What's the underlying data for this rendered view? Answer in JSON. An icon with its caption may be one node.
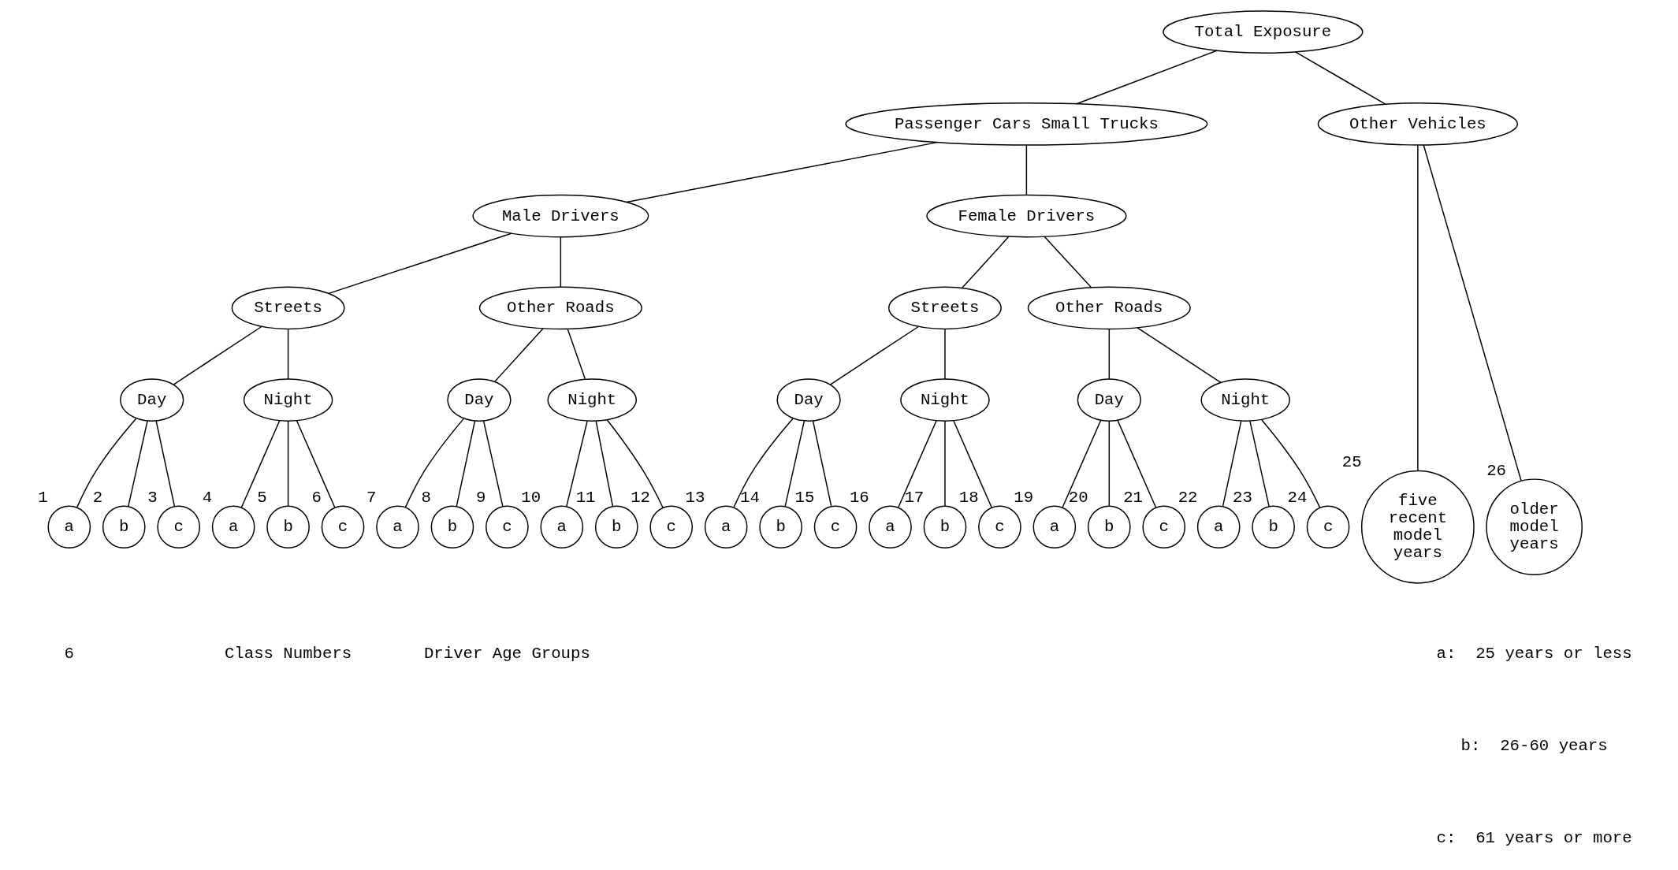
{
  "diagram": {
    "nodes": [
      {
        "text": [
          "Total Exposure"
        ]
      },
      {
        "text": [
          "Passenger Cars Small Trucks"
        ]
      },
      {
        "text": [
          "Other Vehicles"
        ]
      },
      {
        "text": [
          "Male Drivers"
        ]
      },
      {
        "text": [
          "Female Drivers"
        ]
      },
      {
        "text": [
          "Streets"
        ]
      },
      {
        "text": [
          "Other Roads"
        ]
      },
      {
        "text": [
          "Streets"
        ]
      },
      {
        "text": [
          "Other Roads"
        ]
      },
      {
        "text": [
          "Day"
        ]
      },
      {
        "text": [
          "Night"
        ]
      },
      {
        "text": [
          "Day"
        ]
      },
      {
        "text": [
          "Night"
        ]
      },
      {
        "text": [
          "Day"
        ]
      },
      {
        "text": [
          "Night"
        ]
      },
      {
        "text": [
          "Day"
        ]
      },
      {
        "text": [
          "Night"
        ]
      },
      {
        "text": [
          "a"
        ],
        "beside": [
          "1"
        ]
      },
      {
        "text": [
          "b"
        ],
        "beside": [
          "2"
        ]
      },
      {
        "text": [
          "c"
        ],
        "beside": [
          "3"
        ]
      },
      {
        "text": [
          "a"
        ],
        "beside": [
          "4"
        ]
      },
      {
        "text": [
          "b"
        ],
        "beside": [
          "5"
        ]
      },
      {
        "text": [
          "c"
        ],
        "beside": [
          "6"
        ]
      },
      {
        "text": [
          "a"
        ],
        "beside": [
          "7"
        ]
      },
      {
        "text": [
          "b"
        ],
        "beside": [
          "8"
        ]
      },
      {
        "text": [
          "c"
        ],
        "beside": [
          "9"
        ]
      },
      {
        "text": [
          "a"
        ],
        "beside": [
          "10"
        ]
      },
      {
        "text": [
          "b"
        ],
        "beside": [
          "11"
        ]
      },
      {
        "text": [
          "c"
        ],
        "beside": [
          "12"
        ]
      },
      {
        "text": [
          "a"
        ],
        "beside": [
          "13"
        ]
      },
      {
        "text": [
          "b"
        ],
        "beside": [
          "14"
        ]
      },
      {
        "text": [
          "c"
        ],
        "beside": [
          "15"
        ]
      },
      {
        "text": [
          "a"
        ],
        "beside": [
          "16"
        ]
      },
      {
        "text": [
          "b"
        ],
        "beside": [
          "17"
        ]
      },
      {
        "text": [
          "c"
        ],
        "beside": [
          "18"
        ]
      },
      {
        "text": [
          "a"
        ],
        "beside": [
          "19"
        ]
      },
      {
        "text": [
          "b"
        ],
        "beside": [
          "20"
        ]
      },
      {
        "text": [
          "c"
        ],
        "beside": [
          "21"
        ]
      },
      {
        "text": [
          "a"
        ],
        "beside": [
          "22"
        ]
      },
      {
        "text": [
          "b"
        ],
        "beside": [
          "23"
        ]
      },
      {
        "text": [
          "c"
        ],
        "beside": [
          "24"
        ]
      },
      {
        "text": [
          "five recent model years"
        ],
        "beside": [
          "25"
        ]
      },
      {
        "text": [
          "older model years"
        ],
        "beside": [
          "26"
        ]
      }
    ],
    "edges": [
      {
        "from": 0,
        "to": 1,
        "arrow": "none"
      },
      {
        "from": 0,
        "to": 2,
        "arrow": "none"
      },
      {
        "from": 1,
        "to": 3,
        "arrow": "none"
      },
      {
        "from": 1,
        "to": 4,
        "arrow": "none"
      },
      {
        "from": 3,
        "to": 5,
        "arrow": "none"
      },
      {
        "from": 3,
        "to": 6,
        "arrow": "none"
      },
      {
        "from": 4,
        "to": 7,
        "arrow": "none"
      },
      {
        "from": 4,
        "to": 8,
        "arrow": "none"
      },
      {
        "from": 5,
        "to": 9,
        "arrow": "none"
      },
      {
        "from": 5,
        "to": 10,
        "arrow": "none"
      },
      {
        "from": 6,
        "to": 11,
        "arrow": "none"
      },
      {
        "from": 6,
        "to": 12,
        "arrow": "none"
      },
      {
        "from": 7,
        "to": 13,
        "arrow": "none"
      },
      {
        "from": 7,
        "to": 14,
        "arrow": "none"
      },
      {
        "from": 8,
        "to": 15,
        "arrow": "none"
      },
      {
        "from": 8,
        "to": 16,
        "arrow": "none"
      },
      {
        "from": 9,
        "to": 17,
        "arrow": "none"
      },
      {
        "from": 9,
        "to": 18,
        "arrow": "none"
      },
      {
        "from": 9,
        "to": 19,
        "arrow": "none"
      },
      {
        "from": 10,
        "to": 20,
        "arrow": "none"
      },
      {
        "from": 10,
        "to": 21,
        "arrow": "none"
      },
      {
        "from": 10,
        "to": 22,
        "arrow": "none"
      },
      {
        "from": 11,
        "to": 23,
        "arrow": "none"
      },
      {
        "from": 11,
        "to": 24,
        "arrow": "none"
      },
      {
        "from": 11,
        "to": 25,
        "arrow": "none"
      },
      {
        "from": 12,
        "to": 26,
        "arrow": "none"
      },
      {
        "from": 12,
        "to": 27,
        "arrow": "none"
      },
      {
        "from": 12,
        "to": 28,
        "arrow": "none"
      },
      {
        "from": 13,
        "to": 29,
        "arrow": "none"
      },
      {
        "from": 13,
        "to": 30,
        "arrow": "none"
      },
      {
        "from": 13,
        "to": 31,
        "arrow": "none"
      },
      {
        "from": 14,
        "to": 32,
        "arrow": "none"
      },
      {
        "from": 14,
        "to": 33,
        "arrow": "none"
      },
      {
        "from": 14,
        "to": 34,
        "arrow": "none"
      },
      {
        "from": 15,
        "to": 35,
        "arrow": "none"
      },
      {
        "from": 15,
        "to": 36,
        "arrow": "none"
      },
      {
        "from": 15,
        "to": 37,
        "arrow": "none"
      },
      {
        "from": 16,
        "to": 38,
        "arrow": "none"
      },
      {
        "from": 16,
        "to": 39,
        "arrow": "none"
      },
      {
        "from": 16,
        "to": 40,
        "arrow": "none"
      },
      {
        "from": 2,
        "to": 41,
        "arrow": "none"
      },
      {
        "from": 2,
        "to": 42,
        "arrow": "none"
      }
    ],
    "labels": [
      "6",
      "Class Numbers",
      "Driver Age Groups",
      "a:  25 years or less",
      "b:  26-60 years",
      "c:  61 years or more"
    ]
  }
}
